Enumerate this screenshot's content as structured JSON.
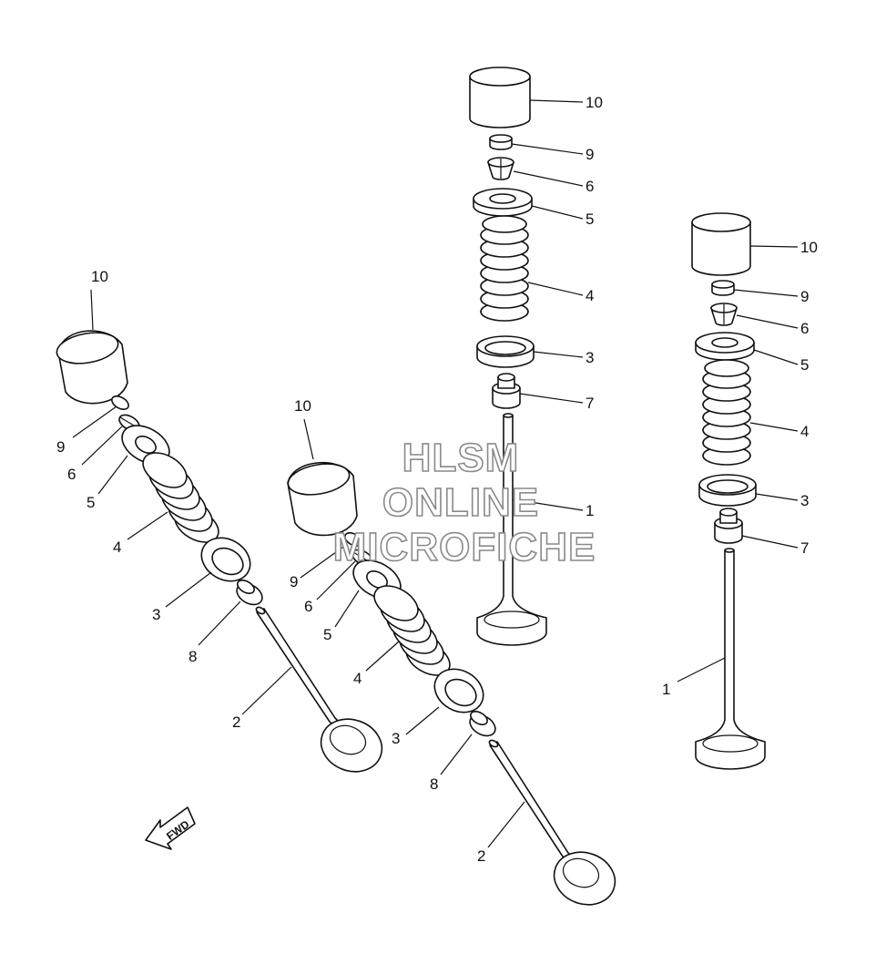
{
  "watermark": {
    "line1": "HLSM",
    "line2": "ONLINE",
    "line3": "MICROFICHE"
  },
  "fwd_label": "FWD",
  "callouts": {
    "mid": {
      "c10": "10",
      "c9": "9",
      "c6": "6",
      "c5": "5",
      "c4": "4",
      "c3": "3",
      "c7": "7",
      "c1": "1"
    },
    "right": {
      "c10": "10",
      "c9": "9",
      "c6": "6",
      "c5": "5",
      "c4": "4",
      "c3": "3",
      "c7": "7",
      "c1": "1"
    },
    "left": {
      "c10": "10",
      "c9": "9",
      "c6": "6",
      "c5": "5",
      "c4": "4",
      "c3": "3",
      "c8": "8",
      "c2": "2"
    },
    "center": {
      "c10": "10",
      "c9": "9",
      "c6": "6",
      "c5": "5",
      "c4": "4",
      "c3": "3",
      "c8": "8",
      "c2": "2"
    }
  }
}
